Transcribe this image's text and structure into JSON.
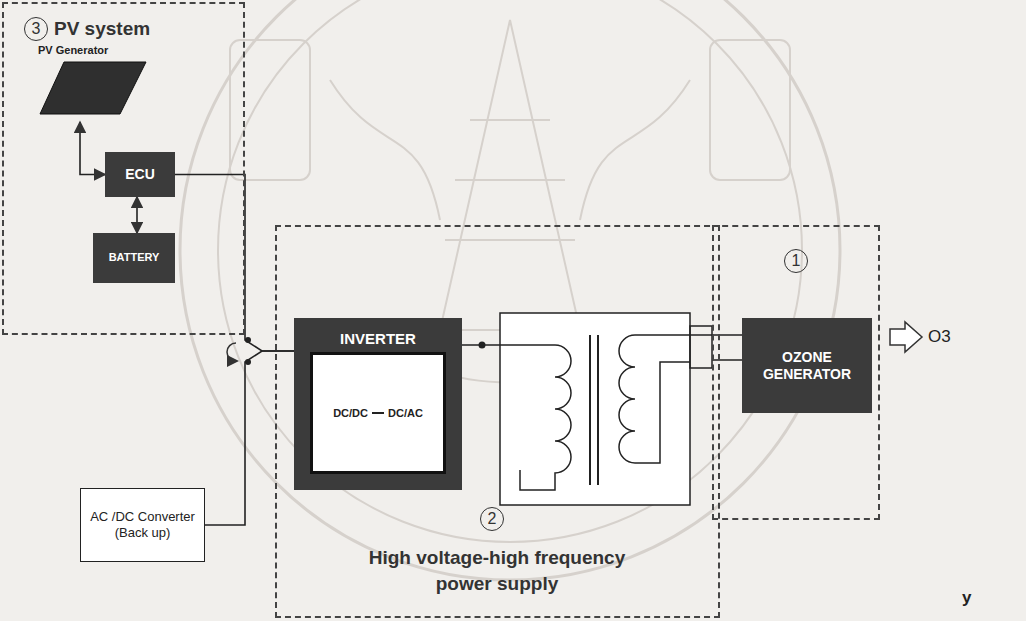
{
  "diagram": {
    "nodes": [
      {
        "text": [
          "3",
          "PV system"
        ]
      },
      {
        "text": [
          "PV Generator"
        ],
        "in": 0
      },
      {
        "text": [
          "ECU"
        ],
        "in": 0
      },
      {
        "text": [
          "BATTERY"
        ],
        "in": 0
      },
      {
        "text": [
          "2",
          "High voltage-high frequency power supply"
        ]
      },
      {
        "text": [
          "INVERTER"
        ],
        "in": 4
      },
      {
        "text": [
          "DC/DC",
          "DC/AC"
        ],
        "in": 5
      },
      {
        "text": [
          "1"
        ]
      },
      {
        "text": [
          "OZONE GENERATOR"
        ],
        "in": 7
      },
      {
        "text": [
          "AC /DC Converter (Back up)"
        ]
      }
    ],
    "edges": [
      {
        "from": 1,
        "to": 2,
        "arrow": "both"
      },
      {
        "from": 2,
        "to": 3,
        "arrow": "both"
      },
      {
        "from": 2,
        "to": 5,
        "arrow": "none"
      },
      {
        "from": 9,
        "to": 5,
        "arrow": "none"
      },
      {
        "from": 5,
        "to": 8,
        "arrow": "none"
      }
    ],
    "labels": [
      "O3",
      "y"
    ]
  }
}
